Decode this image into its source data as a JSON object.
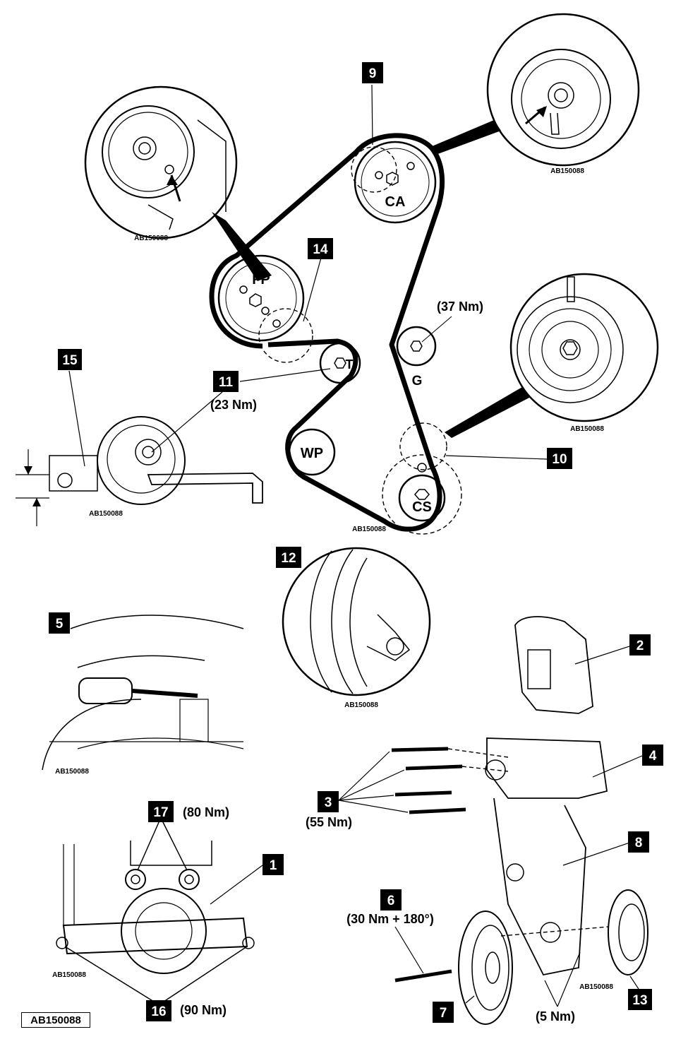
{
  "figure_ref": "AB150088",
  "inset_ref": "AB150088",
  "pulleys": {
    "ca": "CA",
    "fp": "FP",
    "t": "T",
    "g": "G",
    "wp": "WP",
    "cs": "CS"
  },
  "callouts": {
    "c1": "1",
    "c2": "2",
    "c3": "3",
    "c4": "4",
    "c5": "5",
    "c6": "6",
    "c7": "7",
    "c8": "8",
    "c9": "9",
    "c10": "10",
    "c11": "11",
    "c12": "12",
    "c13": "13",
    "c14": "14",
    "c15": "15",
    "c16": "16",
    "c17": "17"
  },
  "torques": {
    "g": "(37 Nm)",
    "c11": "(23 Nm)",
    "c3": "(55 Nm)",
    "c6": "(30 Nm + 180°)",
    "c5nm": "(5 Nm)",
    "c17": "(80 Nm)",
    "c16": "(90 Nm)"
  },
  "colors": {
    "ink": "#000000",
    "background": "#ffffff",
    "tag_fill": "#000000",
    "tag_text": "#ffffff"
  }
}
